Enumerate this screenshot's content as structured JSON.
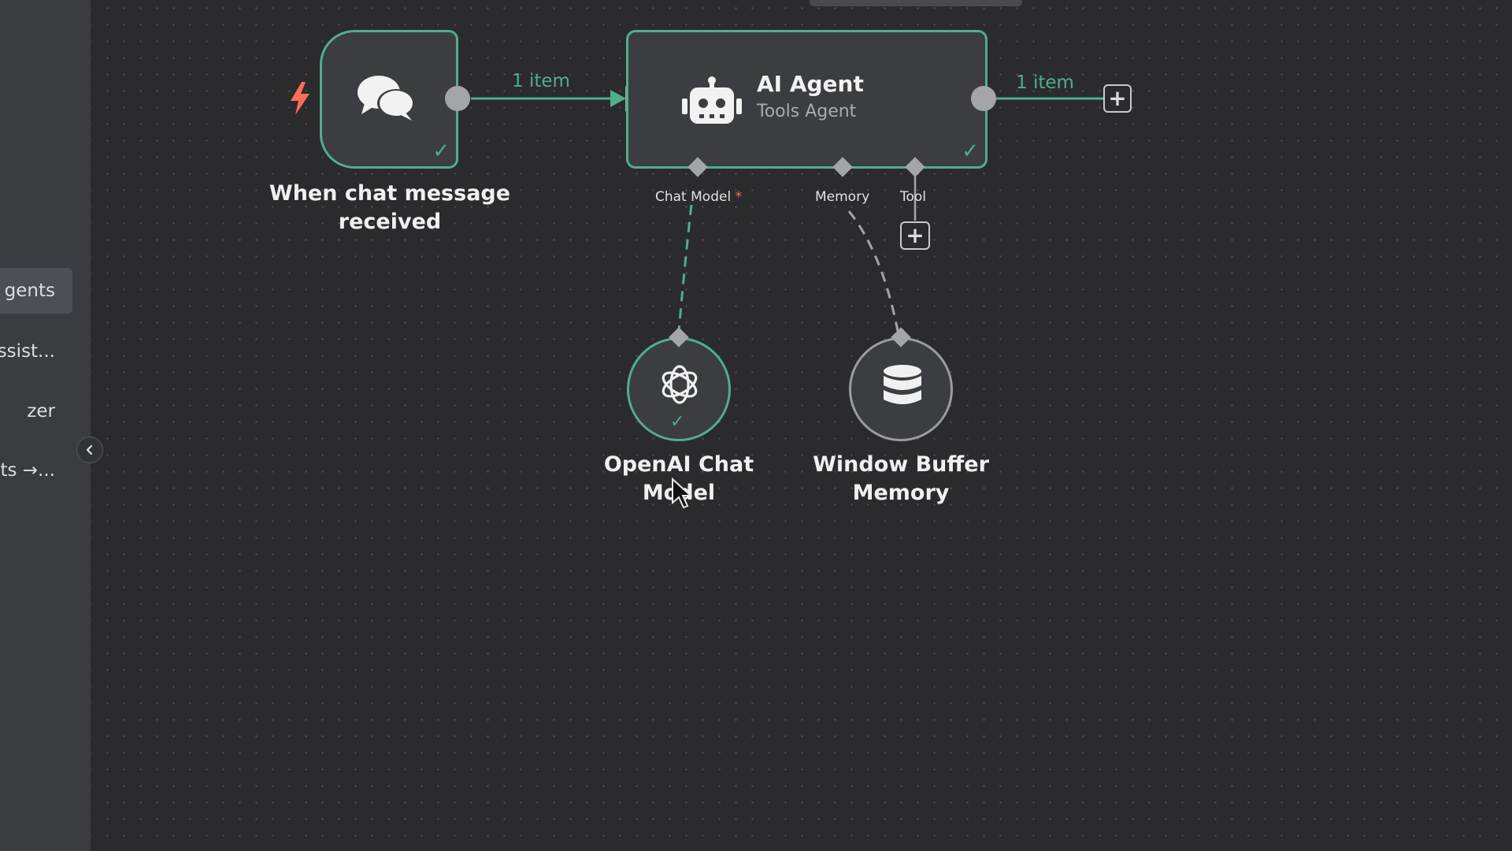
{
  "sidebar": {
    "items": [
      {
        "label": "gents",
        "active": true
      },
      {
        "label": "ssist...",
        "active": false
      },
      {
        "label": "zer",
        "active": false
      },
      {
        "label": "ts →...",
        "active": false
      }
    ],
    "collapse_icon": "chevron-left-icon"
  },
  "connections": {
    "trigger_to_agent_items": "1 item",
    "agent_output_items": "1 item"
  },
  "nodes": {
    "trigger": {
      "label_line1": "When chat message",
      "label_line2": "received",
      "icon": "chat-bubbles-icon",
      "status": "success"
    },
    "agent": {
      "title": "AI Agent",
      "subtitle": "Tools Agent",
      "icon": "robot-icon",
      "status": "success"
    },
    "openai": {
      "label_line1": "OpenAI Chat",
      "label_line2": "Model",
      "icon": "openai-icon",
      "status": "success"
    },
    "memory": {
      "label_line1": "Window Buffer",
      "label_line2": "Memory",
      "icon": "database-icon"
    }
  },
  "agent_slots": {
    "chat_model": "Chat Model",
    "chat_model_required": "*",
    "memory": "Memory",
    "tool": "Tool"
  },
  "colors": {
    "canvas": "#2b2b2d",
    "success": "#4fae8c",
    "trigger_bolt": "#ff6d5a",
    "required": "#ff6d5a"
  }
}
